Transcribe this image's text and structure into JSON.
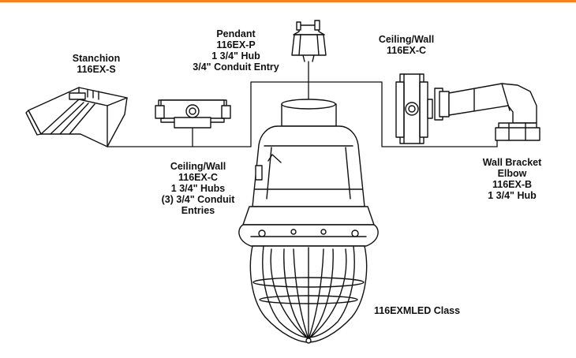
{
  "colors": {
    "accent_rule": "#f58220",
    "line": "#111111",
    "fill": "#ffffff"
  },
  "labels": {
    "stanchion": [
      "Stanchion",
      "116EX-S"
    ],
    "pendant": [
      "Pendant",
      "116EX-P",
      "1 3/4\" Hub",
      "3/4\" Conduit Entry"
    ],
    "ceiling_wall_right": [
      "Ceiling/Wall",
      "116EX-C"
    ],
    "ceiling_wall_left": [
      "Ceiling/Wall",
      "116EX-C",
      "1 3/4\" Hubs",
      "(3) 3/4\" Conduit",
      "Entries"
    ],
    "wall_bracket": [
      "Wall Bracket",
      "Elbow",
      "116EX-B",
      "1 3/4\" Hub"
    ],
    "fixture": [
      "116EXMLED Class"
    ]
  },
  "icons": [
    "stanchion-mount-icon",
    "pendant-mount-icon",
    "ceiling-box-icon",
    "wall-bracket-elbow-icon",
    "light-fixture-icon"
  ]
}
